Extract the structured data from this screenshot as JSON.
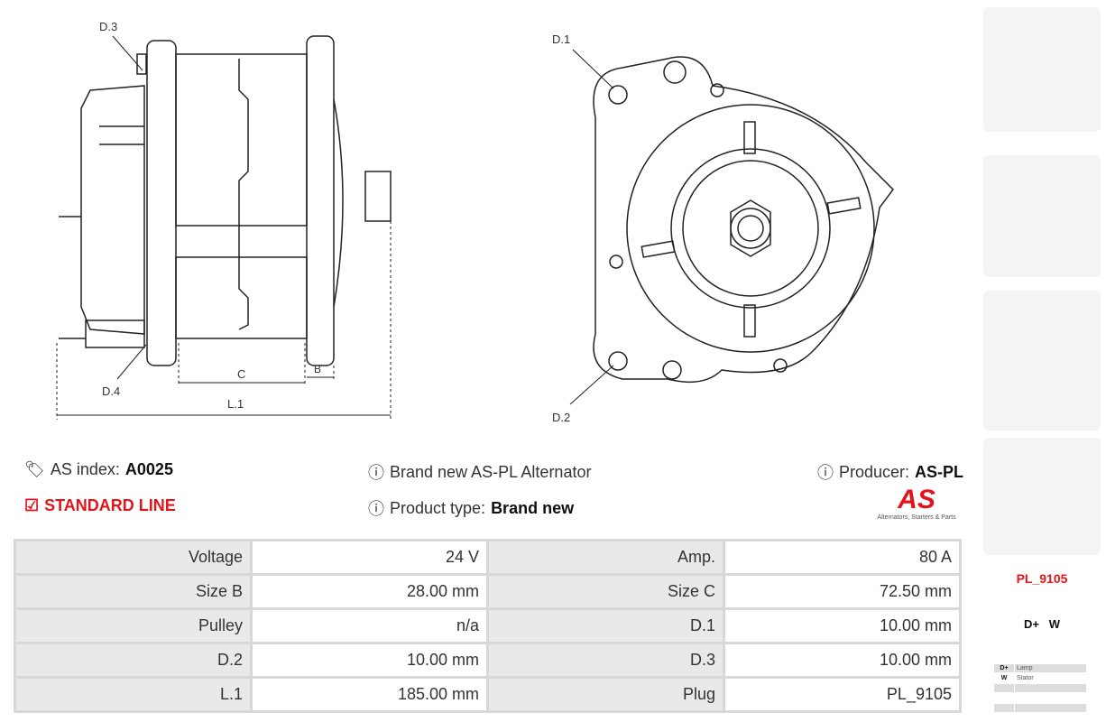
{
  "drawing": {
    "labels": {
      "d3": "D.3",
      "d4": "D.4",
      "c": "C",
      "b": "B",
      "l1": "L.1",
      "d1": "D.1",
      "d2": "D.2"
    }
  },
  "info": {
    "as_index_label": "AS index:",
    "as_index_value": "A0025",
    "line": "STANDARD LINE",
    "description": "Brand new AS-PL Alternator",
    "product_type_label": "Product type:",
    "product_type_value": "Brand new",
    "producer_label": "Producer:",
    "producer_value": "AS-PL",
    "logo_text": "AS",
    "logo_tagline": "Alternators, Starters & Parts"
  },
  "specs": [
    [
      {
        "label": "Voltage",
        "value": "24 V"
      },
      {
        "label": "Amp.",
        "value": "80 A"
      }
    ],
    [
      {
        "label": "Size B",
        "value": "28.00 mm"
      },
      {
        "label": "Size C",
        "value": "72.50 mm"
      }
    ],
    [
      {
        "label": "Pulley",
        "value": "n/a"
      },
      {
        "label": "D.1",
        "value": "10.00 mm"
      }
    ],
    [
      {
        "label": "D.2",
        "value": "10.00 mm"
      },
      {
        "label": "D.3",
        "value": "10.00 mm"
      }
    ],
    [
      {
        "label": "L.1",
        "value": "185.00 mm"
      },
      {
        "label": "Plug",
        "value": "PL_9105"
      }
    ]
  ],
  "plug": {
    "code": "PL_9105",
    "terminals": "D+   W",
    "legend": [
      {
        "pin": "D+",
        "desc": "Lamp"
      },
      {
        "pin": "W",
        "desc": "Stator"
      },
      {
        "pin": "",
        "desc": ""
      },
      {
        "pin": "",
        "desc": ""
      },
      {
        "pin": "",
        "desc": ""
      }
    ]
  },
  "colors": {
    "accent": "#e3151b"
  }
}
